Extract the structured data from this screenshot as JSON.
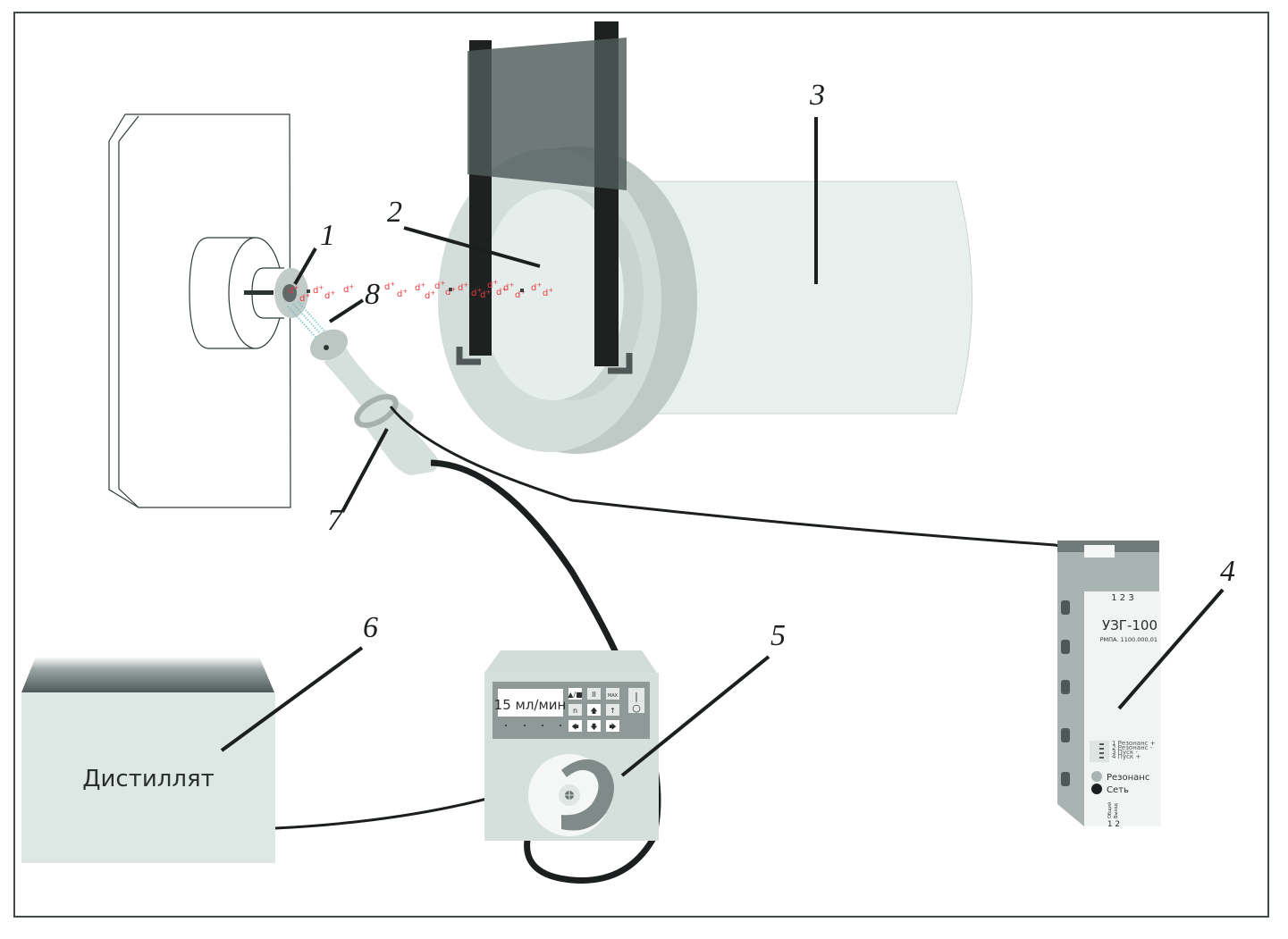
{
  "figure": {
    "callouts": [
      {
        "id": "1",
        "label": "1"
      },
      {
        "id": "2",
        "label": "2"
      },
      {
        "id": "3",
        "label": "3"
      },
      {
        "id": "4",
        "label": "4"
      },
      {
        "id": "5",
        "label": "5"
      },
      {
        "id": "6",
        "label": "6"
      },
      {
        "id": "7",
        "label": "7"
      },
      {
        "id": "8",
        "label": "8"
      }
    ],
    "particle_symbol": "d",
    "particle_charge": "+",
    "colors": {
      "particle": "#e8393f",
      "spray": "#5fb8c4",
      "equipment_light": "#d6e2de",
      "equipment_mid": "#bfcac7",
      "equipment_dark": "#6a7978",
      "cable": "#1b1f1f",
      "frame": "#3f4a4a"
    }
  },
  "distillate_tank": {
    "label": "Дистиллят"
  },
  "pump": {
    "display_value": "15 мл/мин",
    "keys": {
      "mode": "▲/■",
      "pause": "II",
      "max": "MAX",
      "power_on": "|",
      "power_off": "○",
      "n": "n",
      "up": "🡅",
      "t": "↑",
      "left": "🡄",
      "down": "🡇",
      "right": "🡆"
    }
  },
  "generator": {
    "channels": "1 2 3",
    "model": "УЗГ-100",
    "code": "РМПА. 1100.000.01",
    "legend": [
      "1 Резонанс +",
      "2 Резонанс -",
      "3 Пуск -",
      "4 Пуск +"
    ],
    "indicator_resonance": "Резонанс",
    "indicator_power": "Сеть",
    "out_labels": [
      "Общий",
      "Выход"
    ],
    "out_numbers": "1 2"
  }
}
